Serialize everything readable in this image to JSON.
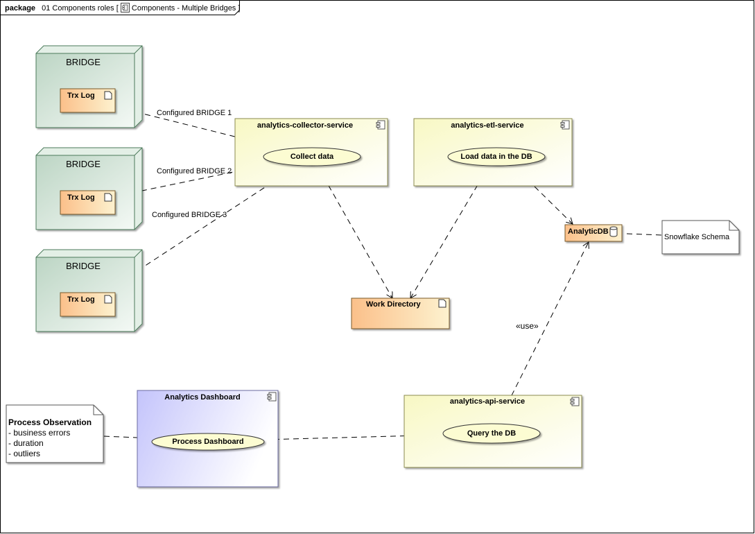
{
  "frame": {
    "keyword": "package",
    "name": "01 Components roles",
    "diagram_title": "Components - Multiple Bridges",
    "open_bracket": "[",
    "close_bracket": "]"
  },
  "nodes": [
    {
      "title": "BRIDGE",
      "artifact": "Trx Log"
    },
    {
      "title": "BRIDGE",
      "artifact": "Trx Log"
    },
    {
      "title": "BRIDGE",
      "artifact": "Trx Log"
    }
  ],
  "components": {
    "collector": {
      "title": "analytics-collector-service",
      "usecase": "Collect data"
    },
    "etl": {
      "title": "analytics-etl-service",
      "usecase": "Load data in the DB"
    },
    "dashboard": {
      "title": "Analytics Dashboard",
      "usecase": "Process Dashboard"
    },
    "api": {
      "title": "analytics-api-service",
      "usecase": "Query the DB"
    }
  },
  "artifacts": {
    "work_directory": "Work Directory",
    "analytic_db": "AnalyticDB"
  },
  "notes": {
    "schema": "Snowflake Schema",
    "observation": {
      "title": "Process Observation",
      "lines": [
        "- business errors",
        "- duration",
        "- outliers"
      ]
    }
  },
  "edges": {
    "bridge1": "Configured BRIDGE 1",
    "bridge2": "Configured BRIDGE 2",
    "bridge3": "Configured BRIDGE 3",
    "use": "«use»"
  },
  "colors": {
    "node_fill_dark": "#c2d9c9",
    "node_fill_light": "#f2f8f3",
    "node_stroke": "#4b7a5a",
    "artifact_fill": "#fcc896",
    "component_fill": "#fbfbcf",
    "dashboard_fill": "#c8c8fc",
    "usecase_fill": "#fcfcd0"
  }
}
